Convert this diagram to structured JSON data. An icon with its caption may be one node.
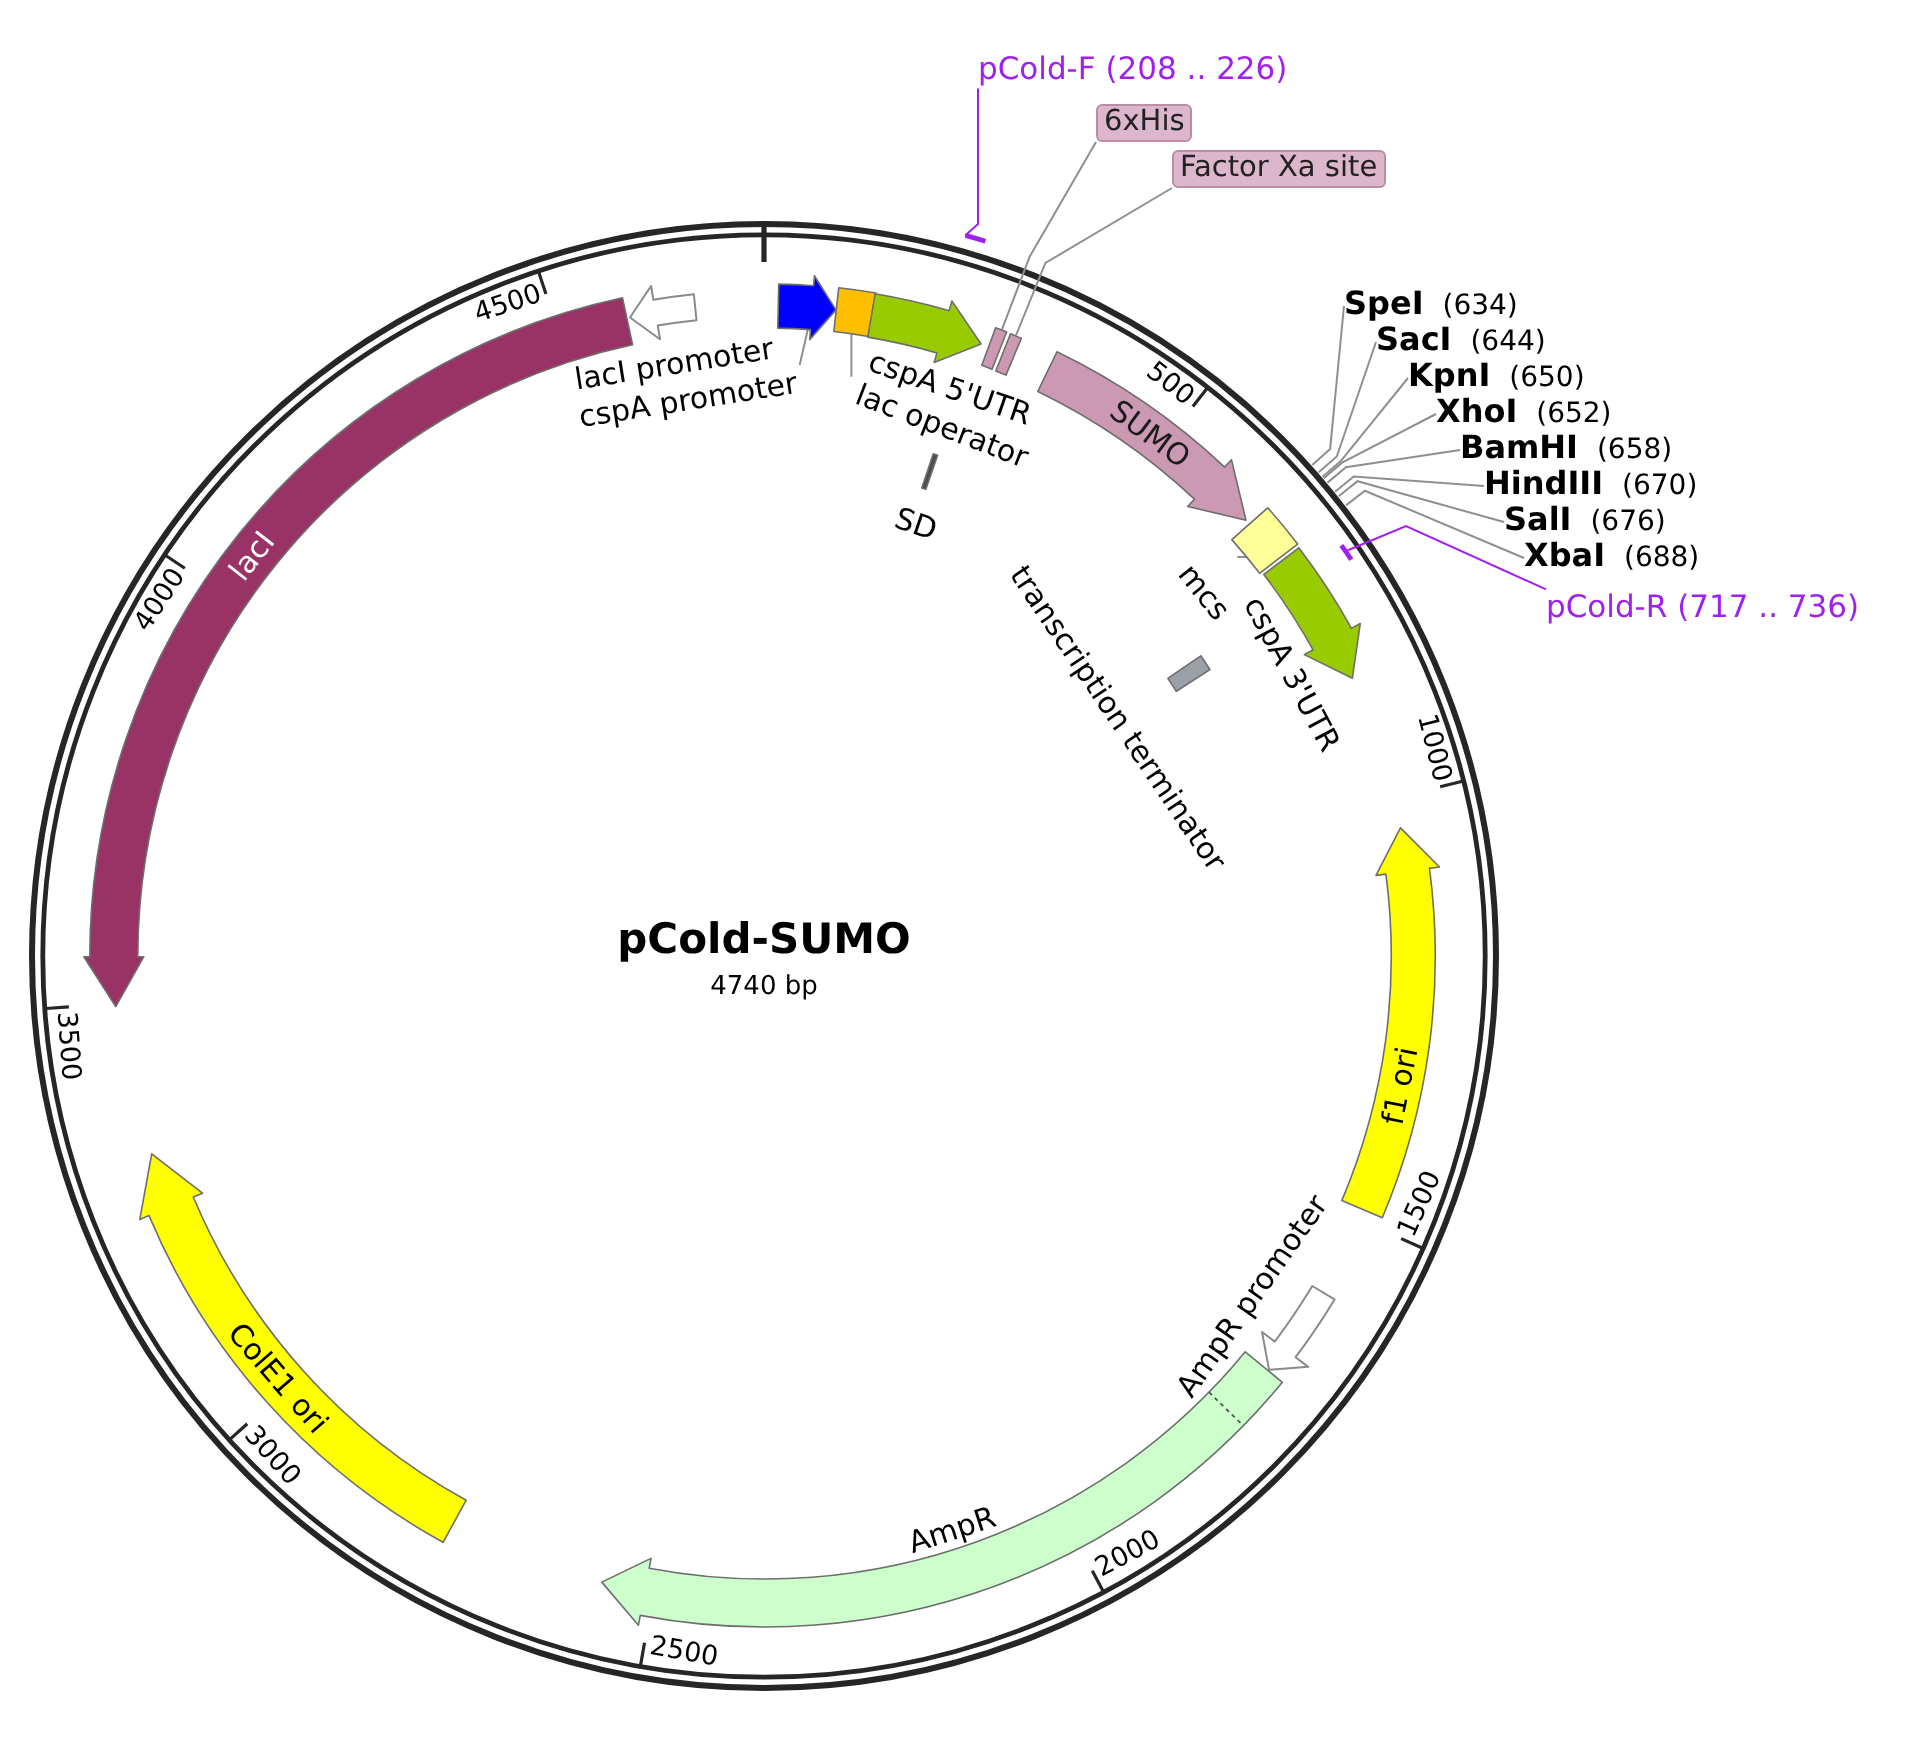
{
  "diagram": {
    "title": "pCold-SUMO",
    "nodes": [
      {
        "text": [
          "pCold-F (208 .. 226)"
        ]
      },
      {
        "text": [],
        "shape": "bar"
      },
      {
        "text": [
          "6xHis"
        ]
      },
      {
        "text": [
          "Factor Xa site"
        ]
      },
      {
        "text": [],
        "shape": "box"
      },
      {
        "text": [],
        "shape": "box"
      },
      {
        "text": [
          "**SpeI** (634)"
        ]
      },
      {
        "text": [
          "**SacI** (644)"
        ]
      },
      {
        "text": [
          "**KpnI** (650)"
        ]
      },
      {
        "text": [
          "**XhoI** (652)"
        ]
      },
      {
        "text": [
          "**BamHI** (658)"
        ]
      },
      {
        "text": [
          "**HindIII** (670)"
        ]
      },
      {
        "text": [
          "**SalI** (676)"
        ]
      },
      {
        "text": [
          "**XbaI** (688)"
        ]
      },
      {
        "text": [
          "pCold-R (717 .. 736)"
        ]
      },
      {
        "text": [],
        "shape": "bar"
      },
      {
        "text": [],
        "shape": "arrow",
        "beside": [
          "lacI promoter"
        ]
      },
      {
        "text": [
          "cspA promoter"
        ]
      },
      {
        "text": [],
        "shape": "arrow"
      },
      {
        "text": [
          "lac operator"
        ]
      },
      {
        "text": [],
        "shape": "box"
      },
      {
        "text": [],
        "shape": "arrow",
        "beside": [
          "cspA 5'UTR"
        ]
      },
      {
        "text": [],
        "shape": "bar",
        "beside": [
          "SD"
        ]
      },
      {
        "text": [
          "SUMO"
        ]
      },
      {
        "text": [
          "mcs"
        ]
      },
      {
        "text": [],
        "shape": "box"
      },
      {
        "text": [],
        "shape": "arrow",
        "beside": [
          "cspA 3'UTR"
        ]
      },
      {
        "text": [],
        "shape": "box",
        "beside": [
          "transcription terminator"
        ]
      },
      {
        "text": [
          "f1 ori"
        ]
      },
      {
        "text": [],
        "shape": "arrow",
        "beside": [
          "AmpR promoter"
        ]
      },
      {
        "text": [],
        "shape": "arrow",
        "beside": [
          "AmpR"
        ]
      },
      {
        "text": [
          "ColE1 ori"
        ]
      },
      {
        "text": [
          "lacI"
        ]
      }
    ],
    "edges": [
      {
        "from": 0,
        "to": 1,
        "arrow": "none",
        "color": "#a020f0"
      },
      {
        "from": 2,
        "to": 4,
        "arrow": "none"
      },
      {
        "from": 3,
        "to": 5,
        "arrow": "none"
      },
      {
        "from": 6,
        "to": null,
        "arrow": "none"
      },
      {
        "from": 7,
        "to": null,
        "arrow": "none"
      },
      {
        "from": 8,
        "to": null,
        "arrow": "none"
      },
      {
        "from": 9,
        "to": null,
        "arrow": "none"
      },
      {
        "from": 10,
        "to": null,
        "arrow": "none"
      },
      {
        "from": 11,
        "to": null,
        "arrow": "none"
      },
      {
        "from": 12,
        "to": null,
        "arrow": "none"
      },
      {
        "from": 13,
        "to": null,
        "arrow": "none"
      },
      {
        "from": 14,
        "to": 15,
        "arrow": "none",
        "color": "#a020f0"
      },
      {
        "from": 17,
        "to": 18,
        "arrow": "none"
      },
      {
        "from": 19,
        "to": 20,
        "arrow": "none"
      },
      {
        "from": 24,
        "to": 25,
        "arrow": "none"
      }
    ],
    "labels": [
      "4740 bp",
      "500",
      "1000",
      "1500",
      "2000",
      "2500",
      "3000",
      "3500",
      "4000",
      "4500"
    ]
  }
}
